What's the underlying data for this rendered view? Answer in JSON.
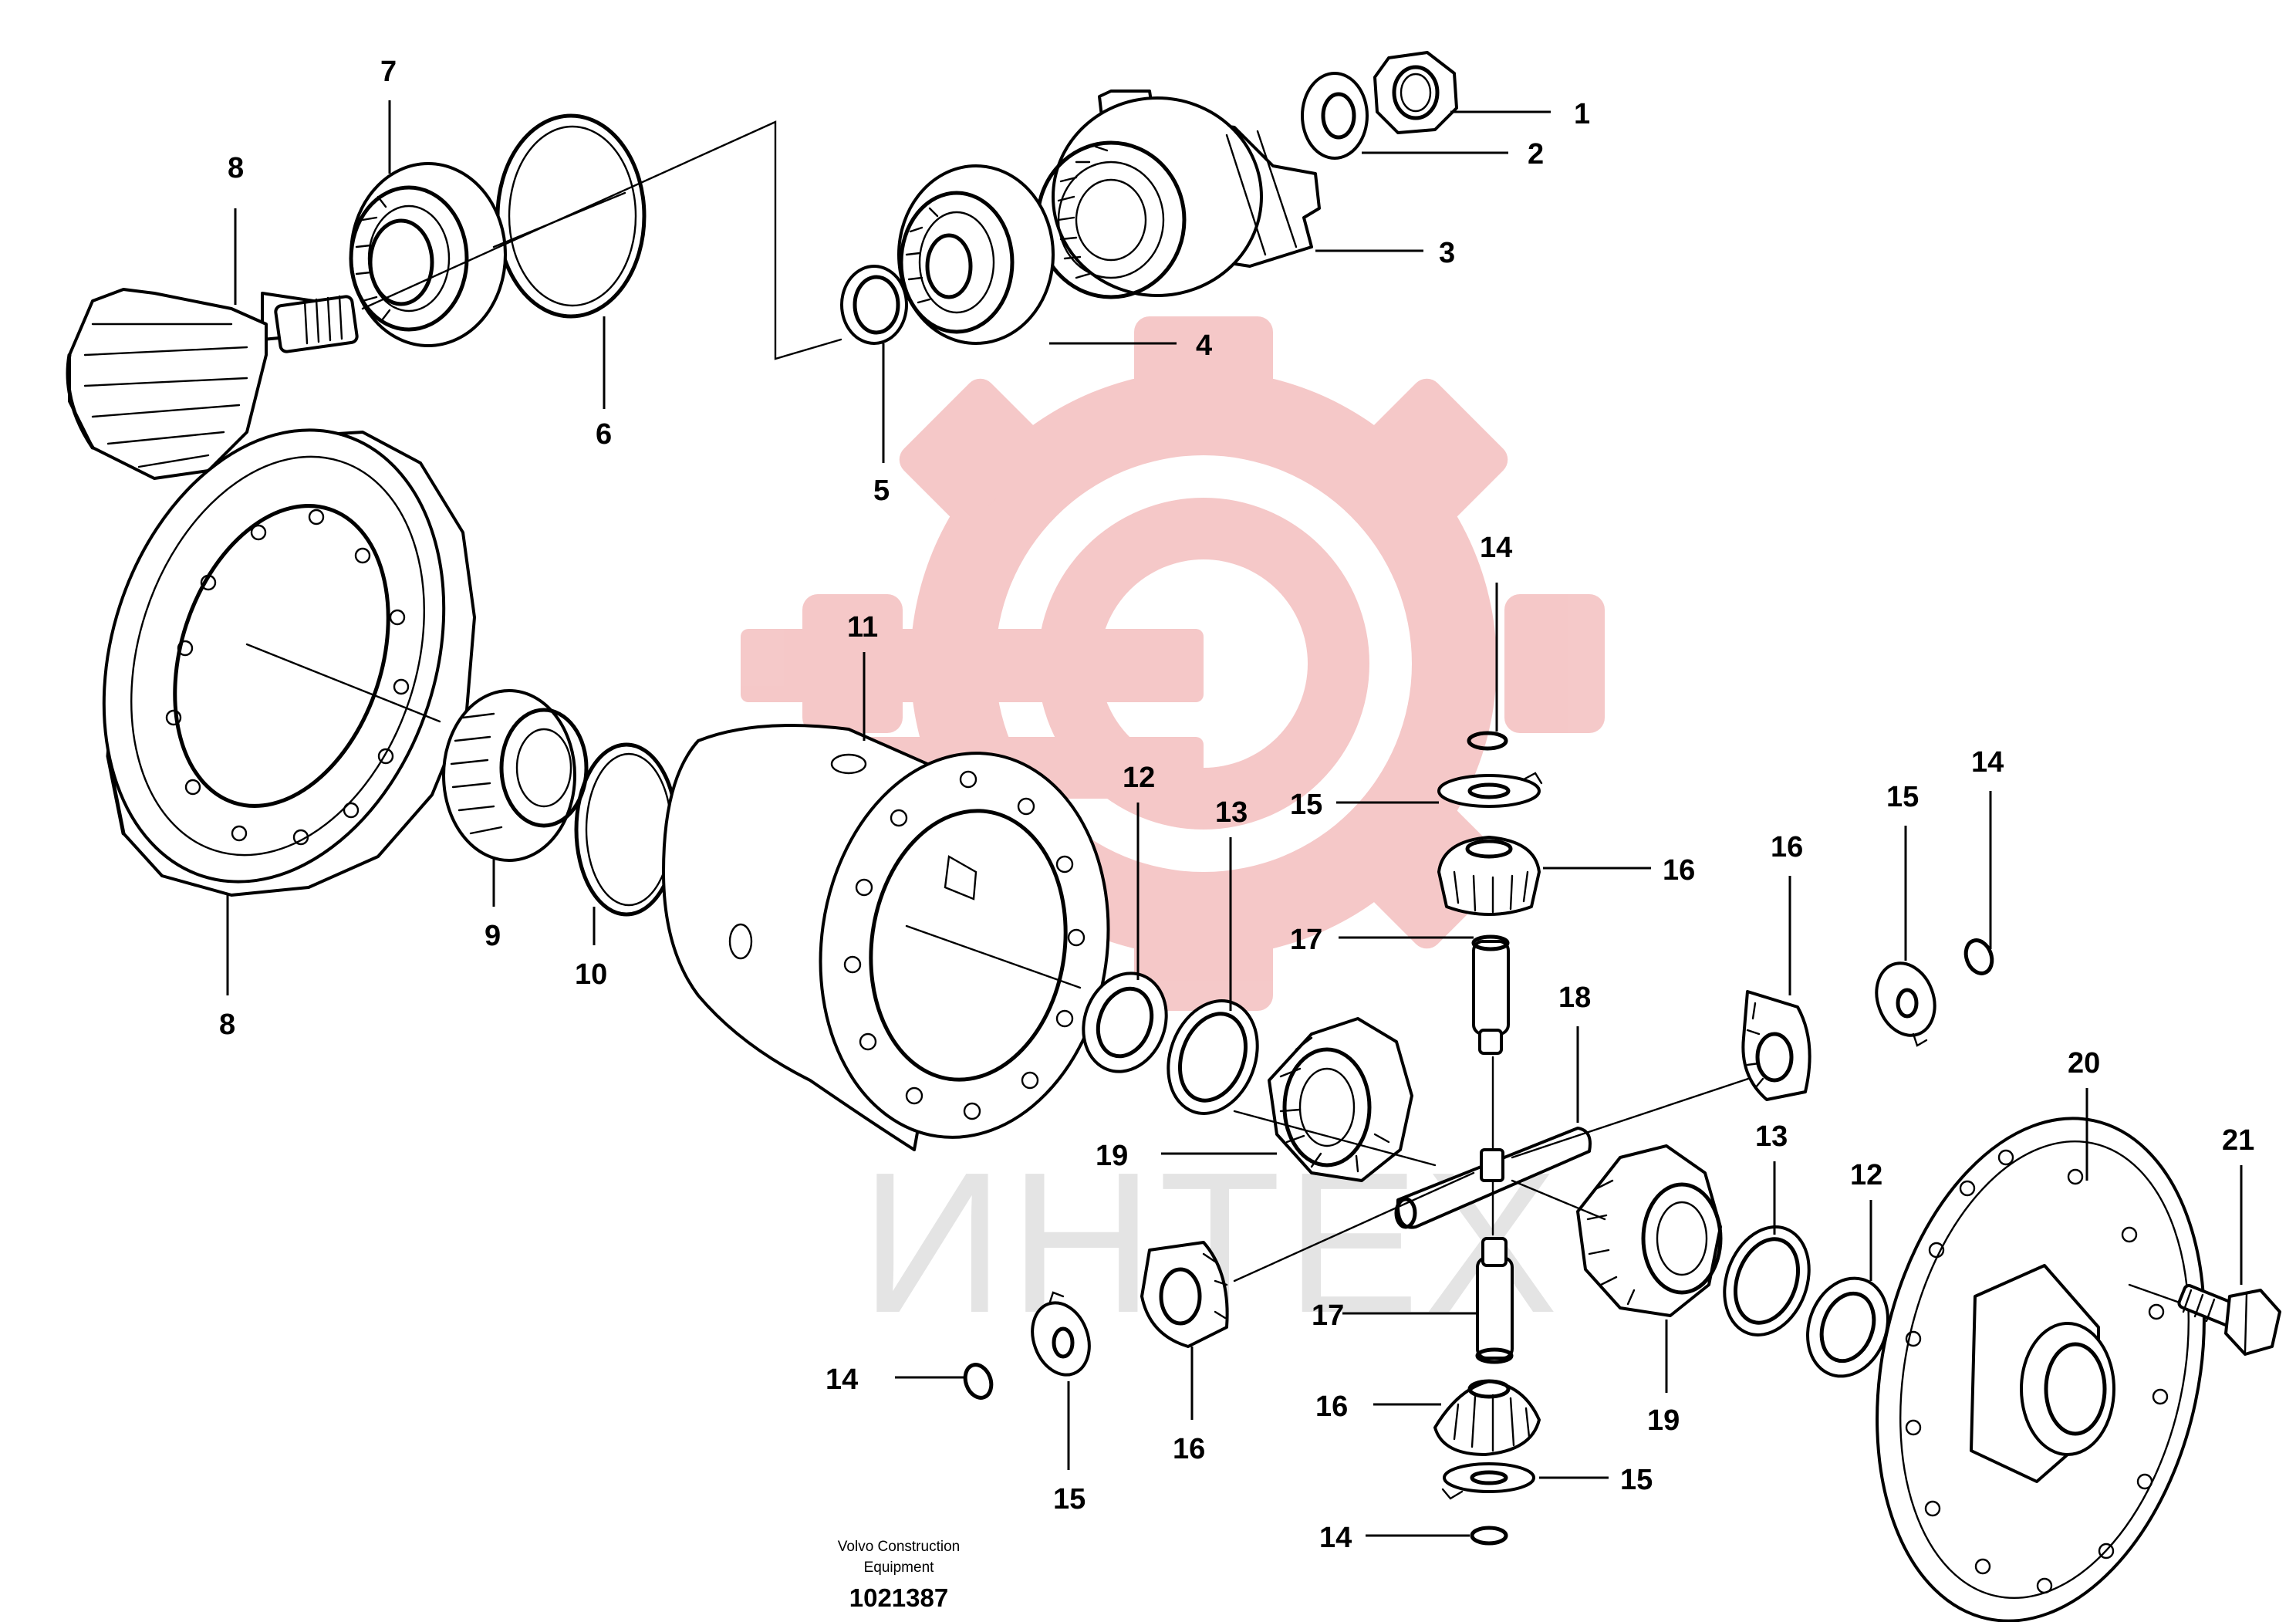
{
  "diagram": {
    "callouts": [
      {
        "id": "c1",
        "text": "1"
      },
      {
        "id": "c2",
        "text": "2"
      },
      {
        "id": "c3",
        "text": "3"
      },
      {
        "id": "c4",
        "text": "4"
      },
      {
        "id": "c5",
        "text": "5"
      },
      {
        "id": "c6",
        "text": "6"
      },
      {
        "id": "c7",
        "text": "7"
      },
      {
        "id": "c8a",
        "text": "8"
      },
      {
        "id": "c8b",
        "text": "8"
      },
      {
        "id": "c9",
        "text": "9"
      },
      {
        "id": "c10",
        "text": "10"
      },
      {
        "id": "c11",
        "text": "11"
      },
      {
        "id": "c12a",
        "text": "12"
      },
      {
        "id": "c12b",
        "text": "12"
      },
      {
        "id": "c13a",
        "text": "13"
      },
      {
        "id": "c13b",
        "text": "13"
      },
      {
        "id": "c14a",
        "text": "14"
      },
      {
        "id": "c14b",
        "text": "14"
      },
      {
        "id": "c14c",
        "text": "14"
      },
      {
        "id": "c14d",
        "text": "14"
      },
      {
        "id": "c15a",
        "text": "15"
      },
      {
        "id": "c15b",
        "text": "15"
      },
      {
        "id": "c15c",
        "text": "15"
      },
      {
        "id": "c15d",
        "text": "15"
      },
      {
        "id": "c16a",
        "text": "16"
      },
      {
        "id": "c16b",
        "text": "16"
      },
      {
        "id": "c16c",
        "text": "16"
      },
      {
        "id": "c16d",
        "text": "16"
      },
      {
        "id": "c17a",
        "text": "17"
      },
      {
        "id": "c17b",
        "text": "17"
      },
      {
        "id": "c18",
        "text": "18"
      },
      {
        "id": "c19a",
        "text": "19"
      },
      {
        "id": "c19b",
        "text": "19"
      },
      {
        "id": "c20",
        "text": "20"
      },
      {
        "id": "c21",
        "text": "21"
      }
    ]
  },
  "watermark": {
    "text": "ИНТЕХ",
    "color_main": "#f4c3c3",
    "color_text": "#e4e4e4"
  },
  "footer": {
    "manufacturer_line1": "Volvo Construction",
    "manufacturer_line2": "Equipment",
    "drawing_number": "1021387"
  }
}
